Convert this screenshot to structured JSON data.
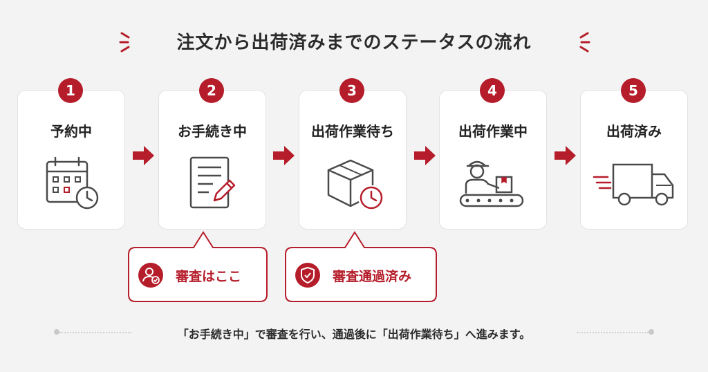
{
  "title": "注文から出荷済みまでのステータスの流れ",
  "steps": [
    {
      "number": "1",
      "label": "予約中",
      "icon": "calendar-clock-icon"
    },
    {
      "number": "2",
      "label": "お手続き中",
      "icon": "document-edit-icon"
    },
    {
      "number": "3",
      "label": "出荷作業待ち",
      "icon": "box-clock-icon"
    },
    {
      "number": "4",
      "label": "出荷作業中",
      "icon": "worker-conveyor-icon"
    },
    {
      "number": "5",
      "label": "出荷済み",
      "icon": "delivery-truck-icon"
    }
  ],
  "callouts": [
    {
      "label": "審査はここ",
      "icon": "user-check-icon"
    },
    {
      "label": "審査通過済み",
      "icon": "shield-check-icon"
    }
  ],
  "footer": "「お手続き中」で審査を行い、通過後に「出荷作業待ち」へ進みます。",
  "colors": {
    "accent": "#b51d2a",
    "icon_gray": "#4a4a4a",
    "card_border": "#e2e2e2",
    "background": "#f3f3f3"
  }
}
